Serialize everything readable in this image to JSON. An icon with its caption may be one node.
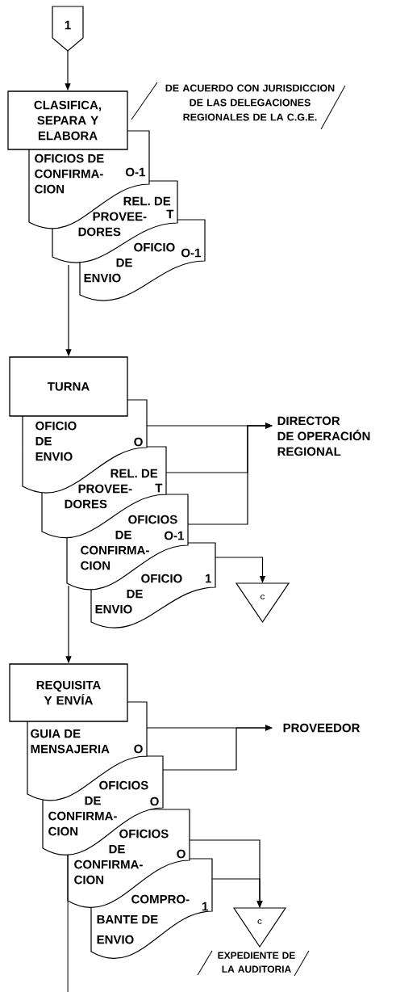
{
  "diagram": {
    "nodes": [
      {
        "text": [
          "1"
        ]
      },
      {
        "text": [
          "CLASIFICA, SEPARA Y ELABORA"
        ]
      },
      {
        "text": [
          "OFICIOS DE CONFIRMA- CION",
          "O-1"
        ]
      },
      {
        "text": [
          "REL. DE PROVEE- DORES",
          "T"
        ]
      },
      {
        "text": [
          "OFICIO DE ENVIO",
          "O-1"
        ]
      },
      {
        "text": [
          "TURNA"
        ]
      },
      {
        "text": [
          "OFICIO DE ENVIO",
          "O"
        ]
      },
      {
        "text": [
          "REL. DE PROVEE- DORES",
          "T"
        ]
      },
      {
        "text": [
          "OFICIOS DE CONFIRMA- CION",
          "O-1"
        ]
      },
      {
        "text": [
          "OFICIO DE ENVIO",
          "1"
        ]
      },
      {
        "text": [
          "DIRECTOR DE OPERACIÓN REGIONAL"
        ]
      },
      {
        "text": [
          "C"
        ]
      },
      {
        "text": [
          "REQUISITA Y ENVÍA"
        ]
      },
      {
        "text": [
          "GUIA DE MENSAJERIA",
          "O"
        ]
      },
      {
        "text": [
          "OFICIOS DE CONFIRMA- CION",
          "O"
        ]
      },
      {
        "text": [
          "OFICIOS DE CONFIRMA- CION",
          "O"
        ]
      },
      {
        "text": [
          "COMPRO- BANTE DE ENVIO",
          "1"
        ]
      },
      {
        "text": [
          "PROVEEDOR"
        ]
      },
      {
        "text": [
          "C"
        ],
        "beside": [
          "EXPEDIENTE DE LA AUDITORIA"
        ]
      }
    ],
    "edges": [
      {
        "from": 0,
        "to": 1,
        "arrow": "to"
      },
      {
        "from": 3,
        "to": 5,
        "arrow": "to"
      },
      {
        "from": 6,
        "to": 10,
        "arrow": "to"
      },
      {
        "from": 7,
        "to": 10,
        "arrow": "to"
      },
      {
        "from": 8,
        "to": 10,
        "arrow": "to"
      },
      {
        "from": 9,
        "to": 11,
        "arrow": "to"
      },
      {
        "from": 8,
        "to": 12,
        "arrow": "to"
      },
      {
        "from": 13,
        "to": 17,
        "arrow": "to"
      },
      {
        "from": 14,
        "to": 17,
        "arrow": "to"
      },
      {
        "from": 15,
        "to": 18,
        "arrow": "to"
      },
      {
        "from": 16,
        "to": 18,
        "arrow": "to"
      },
      {
        "from": 14,
        "to": null,
        "arrow": "none"
      }
    ],
    "labels": [
      "DE ACUERDO CON JURISDICCION DE LAS DELEGACIONES REGIONALES DE LA C.G.E."
    ]
  }
}
